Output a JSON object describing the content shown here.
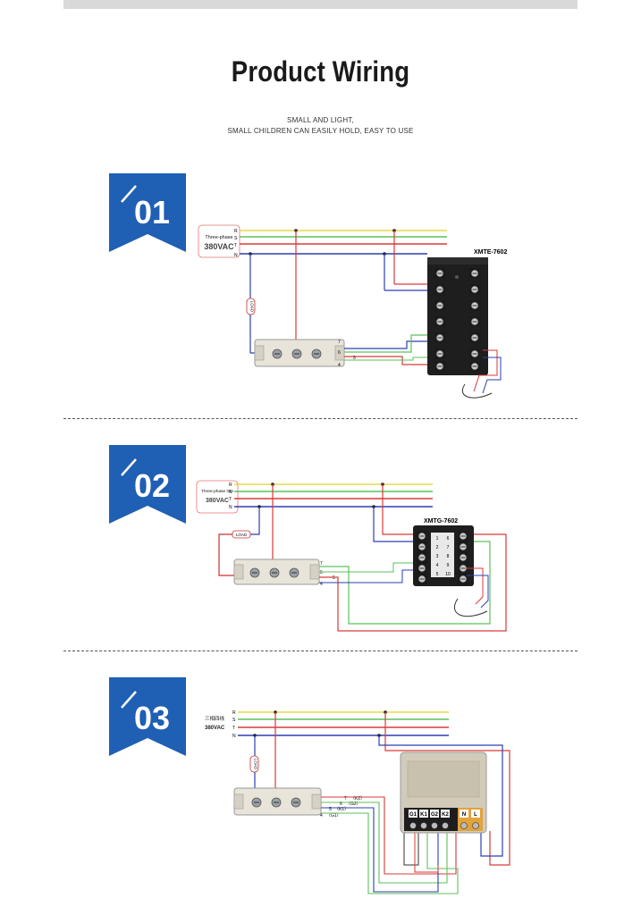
{
  "header": {
    "title": "Product Wiring",
    "subtitle_line1": "SMALL AND LIGHT,",
    "subtitle_line2": "SMALL CHILDREN CAN EASILY HOLD, EASY TO USE"
  },
  "colors": {
    "badge": "#1f5fb4",
    "wire_yellow": "#e8d84a",
    "wire_green": "#5cc15c",
    "wire_red": "#d93a3a",
    "wire_blue": "#2c3fb0",
    "load_red": "#c83232"
  },
  "sections": [
    {
      "number": "01",
      "supply_line1": "Three-phase",
      "supply_line2": "380VAC",
      "phase_labels": [
        "R",
        "S",
        "T",
        "N"
      ],
      "load": "LOAD",
      "controller": "XMTE-7602",
      "terminal_numbers": [
        "7",
        "6",
        "5",
        "4"
      ]
    },
    {
      "number": "02",
      "supply_line1": "Three-phase line",
      "supply_line2": "380VAC",
      "phase_labels": [
        "R",
        "S",
        "T",
        "N"
      ],
      "load": "LOAD",
      "controller": "XMTG-7602",
      "terminal_numbers": [
        "7",
        "6",
        "5",
        "4"
      ],
      "controller_left_numbers": [
        "1",
        "2",
        "3",
        "4",
        "5"
      ],
      "controller_right_numbers": [
        "6",
        "7",
        "8",
        "9",
        "10"
      ]
    },
    {
      "number": "03",
      "supply_line1": "三相四线",
      "supply_line2": "380VAC",
      "phase_labels": [
        "R",
        "S",
        "T",
        "N"
      ],
      "load": "LOAD",
      "terminal_numbers": [
        "7",
        "6",
        "5",
        "4"
      ],
      "terminal_codes": [
        "（K2）",
        "（G2）",
        "（K1）",
        "（G1）"
      ],
      "controller_terminals": [
        "G1",
        "K1",
        "G2",
        "K2",
        "N",
        "L"
      ]
    }
  ]
}
